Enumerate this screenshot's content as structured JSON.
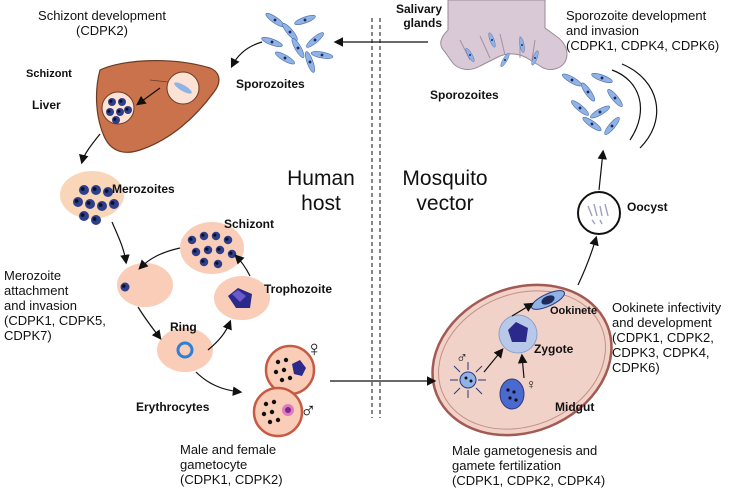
{
  "center": {
    "left_line1": "Human",
    "left_line2": "host",
    "right_line1": "Mosquito",
    "right_line2": "vector"
  },
  "captions": {
    "schizont_dev_line1": "Schizont development",
    "schizont_dev_line2": "(CDPK2)",
    "sporozoite_dev_line1": "Sporozoite development",
    "sporozoite_dev_line2": "and invasion",
    "sporozoite_dev_line3": "(CDPK1, CDPK4, CDPK6)",
    "merozoite_line1": "Merozoite",
    "merozoite_line2": "attachment",
    "merozoite_line3": "and invasion",
    "merozoite_line4": "(CDPK1, CDPK5,",
    "merozoite_line5": "CDPK7)",
    "gametocyte_line1": "Male and female",
    "gametocyte_line2": "gametocyte",
    "gametocyte_line3": "(CDPK1, CDPK2)",
    "ookinete_line1": "Ookinete infectivity",
    "ookinete_line2": "and development",
    "ookinete_line3": "(CDPK1, CDPK2,",
    "ookinete_line4": "CDPK3, CDPK4,",
    "ookinete_line5": "CDPK6)",
    "gametogenesis_line1": "Male gametogenesis and",
    "gametogenesis_line2": "gamete fertilization",
    "gametogenesis_line3": "(CDPK1, CDPK2, CDPK4)"
  },
  "labels": {
    "schizont_liver": "Schizont",
    "liver": "Liver",
    "sporozoites_left": "Sporozoites",
    "salivary_line1": "Salivary",
    "salivary_line2": "glands",
    "sporozoites_right": "Sporozoites",
    "merozoites": "Merozoites",
    "schizont_blood": "Schizont",
    "trophozoite": "Trophozoite",
    "ring": "Ring",
    "erythrocytes": "Erythrocytes",
    "ookinete": "Ookinete",
    "zygote": "Zygote",
    "midgut": "Midgut",
    "oocyst": "Oocyst",
    "female_symbol": "♀",
    "male_symbol": "♂",
    "male_symbol_midgut": "♂",
    "female_symbol_midgut": "♀"
  },
  "colors": {
    "liver": "#c9724b",
    "cell": "#f9cdb8",
    "parasite": "#8fb3e6",
    "nucleus": "#1f2a5a",
    "midgut": "#f1d2c8",
    "midgut_border": "#a35a52",
    "gland": "#d9c9d6",
    "trophozoite": "#2b2a8a"
  }
}
